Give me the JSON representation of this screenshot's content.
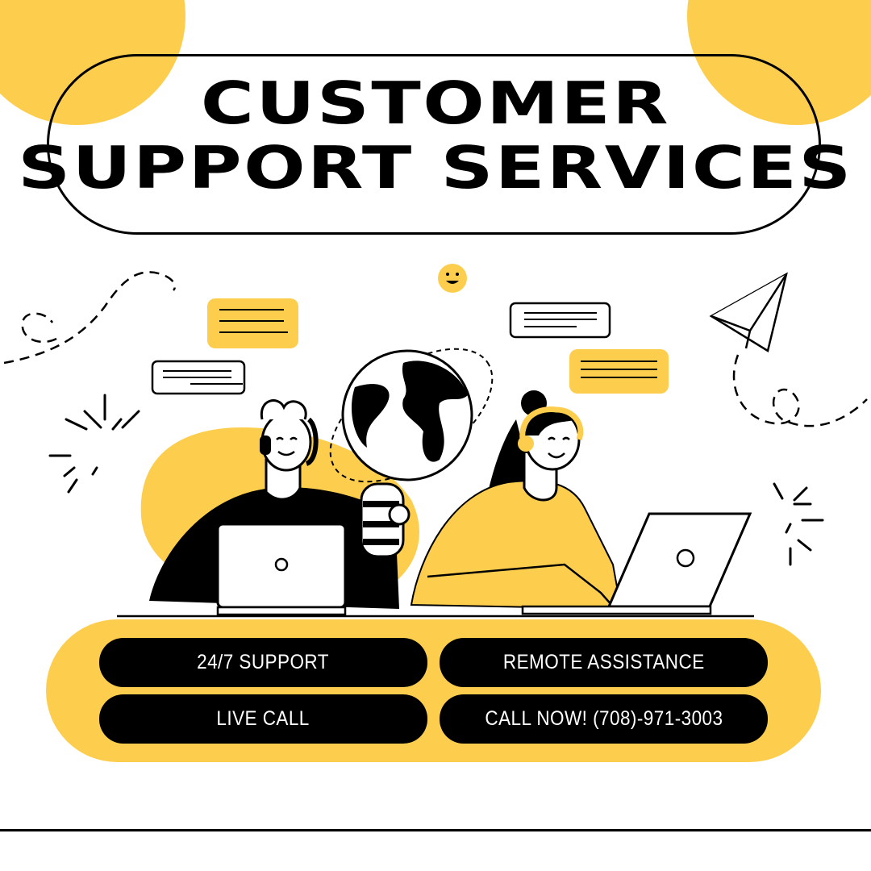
{
  "title": {
    "line1": "CUSTOMER",
    "line2": "SUPPORT SERVICES"
  },
  "services": [
    {
      "label": "24/7 SUPPORT"
    },
    {
      "label": "REMOTE ASSISTANCE"
    },
    {
      "label": "LIVE CALL"
    },
    {
      "label": "CALL NOW! (708)-971-3003"
    }
  ],
  "colors": {
    "accent": "#FDCE4E",
    "ink": "#000000",
    "background": "#FFFFFF"
  }
}
